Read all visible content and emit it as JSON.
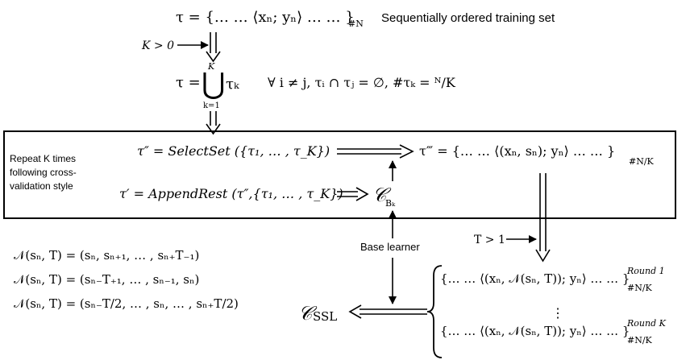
{
  "training_set": {
    "equation": "τ = {… … ⟨xₙ; yₙ⟩ … … }",
    "subscript": "#N",
    "caption": "Sequentially ordered training set"
  },
  "partition": {
    "condition": "K > 0",
    "lhs": "τ =",
    "union_top": "K",
    "union_bottom": "k=1",
    "union_term": "τₖ",
    "constraints": "∀ i ≠ j,    τᵢ ∩ τⱼ = ∅,   #τₖ = ᴺ/K"
  },
  "repeat_box": {
    "label_lines": [
      "Repeat  K  times",
      "following cross-",
      "validation style"
    ],
    "select_set": "τ″ = SelectSet ({τ₁, … , τ_K})",
    "append_rest": "τ′ = AppendRest (τ″,{τ₁, … , τ_K})",
    "classifier_b": "𝒞",
    "classifier_b_sub": "Bₖ",
    "triple_prime": "τ‴ = {… … ⟨(xₙ, sₙ); yₙ⟩ … … }",
    "triple_prime_sub": "#N/K"
  },
  "neighborhoods": [
    "𝒩(sₙ, T) = (sₙ, sₙ₊₁, … , sₙ₊T₋₁)",
    "𝒩(sₙ, T) = (sₙ₋T₊₁, … , sₙ₋₁, sₙ)",
    "𝒩(sₙ, T) = (sₙ₋T/2, … , sₙ, … , sₙ₊T/2)"
  ],
  "base_learner_label": "Base learner",
  "t_condition": "T > 1",
  "ssl": {
    "symbol": "𝒞",
    "sub": "SSL"
  },
  "rounds": {
    "first": "{… … ⟨(xₙ, 𝒩(sₙ, T)); yₙ⟩ … … }",
    "first_sup": "Round 1",
    "first_sub": "#N/K",
    "dots": "⋮",
    "last": "{… … ⟨(xₙ, 𝒩(sₙ, T)); yₙ⟩ … … }",
    "last_sup": "Round K",
    "last_sub": "#N/K"
  }
}
